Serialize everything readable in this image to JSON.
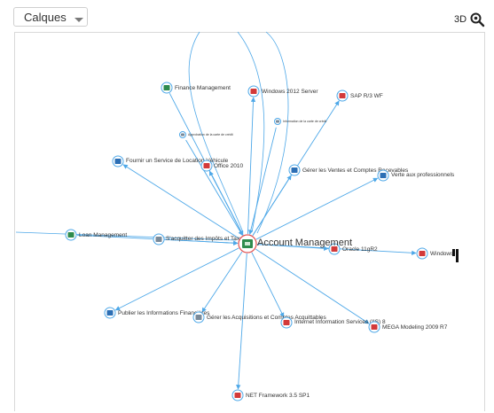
{
  "toolbar": {
    "layers_label": "Calques",
    "mode_3d_label": "3D",
    "zoom_icon": "zoom-icon"
  },
  "center_node": {
    "label": "Account Management",
    "icon": "application-icon",
    "color": "#2e8b4e"
  },
  "nodes": [
    {
      "id": "finance-management",
      "label": "Finance Management",
      "icon": "application-icon"
    },
    {
      "id": "windows-2012-server",
      "label": "Windows 2012 Server",
      "icon": "software-technology-icon"
    },
    {
      "id": "sap-r3-wf",
      "label": "SAP R/3 WF",
      "icon": "software-technology-icon"
    },
    {
      "id": "approbation",
      "label": "Approbation de la carte de crédit",
      "icon": "process-icon"
    },
    {
      "id": "information-carte",
      "label": "Information de la carte de crédit",
      "icon": "process-icon"
    },
    {
      "id": "location-vehicule",
      "label": "Fournir un Service de Location Véhicule",
      "icon": "service-icon"
    },
    {
      "id": "office-2010",
      "label": "Office 2010",
      "icon": "software-technology-icon"
    },
    {
      "id": "ventes-comptes",
      "label": "Gérer les Ventes et Comptes Recevables",
      "icon": "service-icon"
    },
    {
      "id": "verte-aux-pros",
      "label": "Verte aux professionnels",
      "icon": "org-process-icon"
    },
    {
      "id": "loan-management",
      "label": "Loan Management",
      "icon": "application-icon"
    },
    {
      "id": "impots-taxes",
      "label": "S'acquitter des Impôts et Taxes",
      "icon": "process-icon"
    },
    {
      "id": "oracle-11gr2",
      "label": "Oracle 11gR2",
      "icon": "software-technology-icon"
    },
    {
      "id": "windows",
      "label": "Windows",
      "icon": "software-technology-icon"
    },
    {
      "id": "informations-financieres",
      "label": "Publier les Informations Financières",
      "icon": "service-icon"
    },
    {
      "id": "acquisitions-comptes",
      "label": "Gérer les Acquisitions et Comptes Acquittables",
      "icon": "process-icon"
    },
    {
      "id": "iis-8",
      "label": "Internet Information Services (IIS) 8",
      "icon": "software-technology-icon"
    },
    {
      "id": "mega-modeling",
      "label": "MEGA Modeling 2009 R7",
      "icon": "software-technology-icon"
    },
    {
      "id": "net-framework",
      "label": "NET Framework 3.5 SP1",
      "icon": "software-technology-icon"
    }
  ],
  "colors": {
    "edge": "#4ea8e8",
    "node_ring": "#4ea8e8",
    "center_ring": "#e05050",
    "application": "#2e8b4e",
    "software_technology": "#d33a3a",
    "service": "#2c6fb5",
    "process": "#7a8a99"
  }
}
